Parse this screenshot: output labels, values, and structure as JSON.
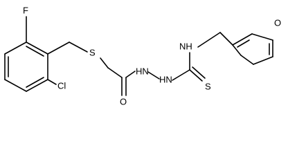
{
  "molecule": {
    "atoms": {
      "F": "F",
      "Cl": "Cl",
      "S": "S",
      "NH1": "HN",
      "NH2": "HN",
      "NH3": "NH",
      "O": "O",
      "O_ring": "O",
      "S_thione": "S"
    }
  }
}
